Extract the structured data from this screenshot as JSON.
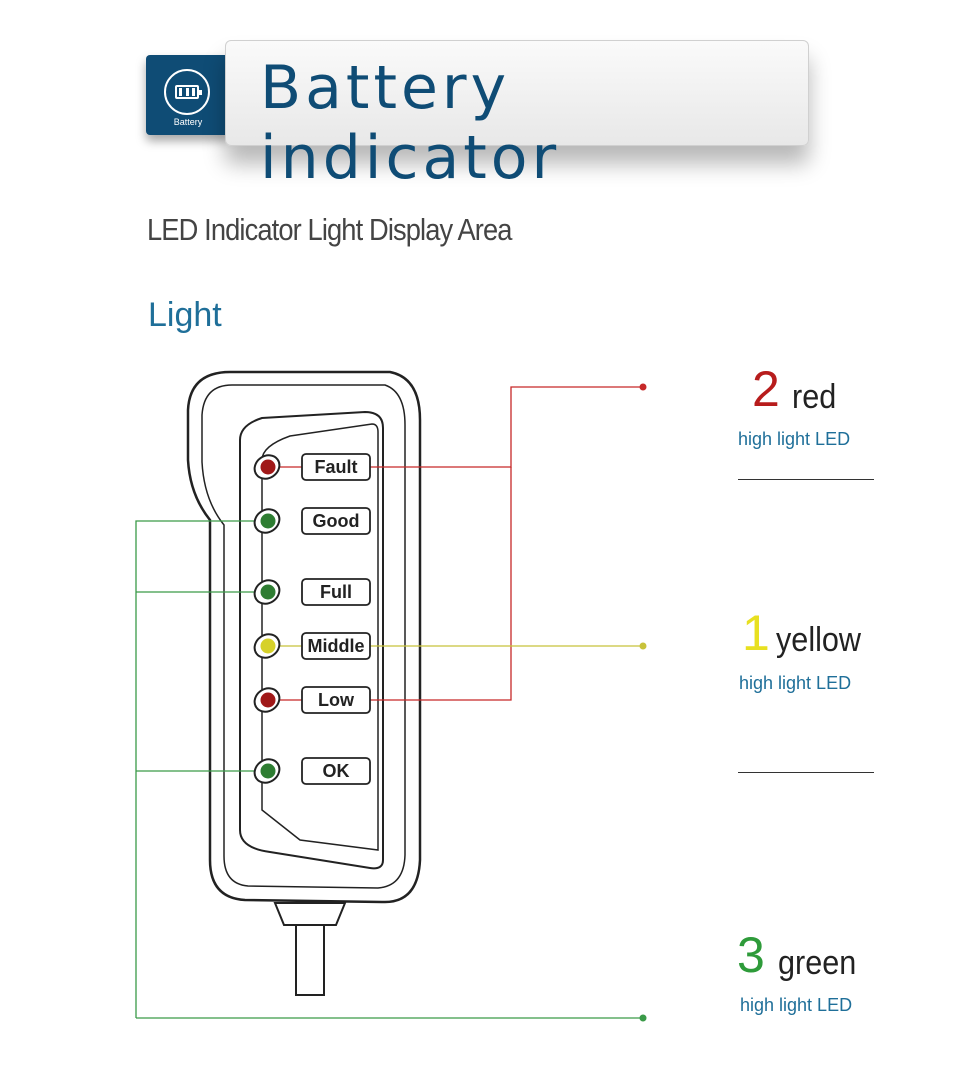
{
  "header": {
    "badge_label": "Battery",
    "title": "Battery indicator"
  },
  "subtitle": "LED Indicator Light Display Area",
  "section_title": "Light",
  "device": {
    "leds": [
      {
        "label": "Fault",
        "color": "#a01818"
      },
      {
        "label": "Good",
        "color": "#2e7d32"
      },
      {
        "label": "Full",
        "color": "#2e7d32"
      },
      {
        "label": "Middle",
        "color": "#d6d12a"
      },
      {
        "label": "Low",
        "color": "#a01818"
      },
      {
        "label": "OK",
        "color": "#2e7d32"
      }
    ]
  },
  "legend": [
    {
      "count": "2",
      "color_name": "red",
      "description": "high light LED",
      "accent": "#b71c1c"
    },
    {
      "count": "1",
      "color_name": "yellow",
      "description": "high light LED",
      "accent": "#e8e020"
    },
    {
      "count": "3",
      "color_name": "green",
      "description": "high light LED",
      "accent": "#2e9b3a"
    }
  ],
  "colors": {
    "red_line": "#c62828",
    "yellow_line": "#c8c23a",
    "green_line": "#3a9a48",
    "brand_blue": "#0f4c75"
  }
}
